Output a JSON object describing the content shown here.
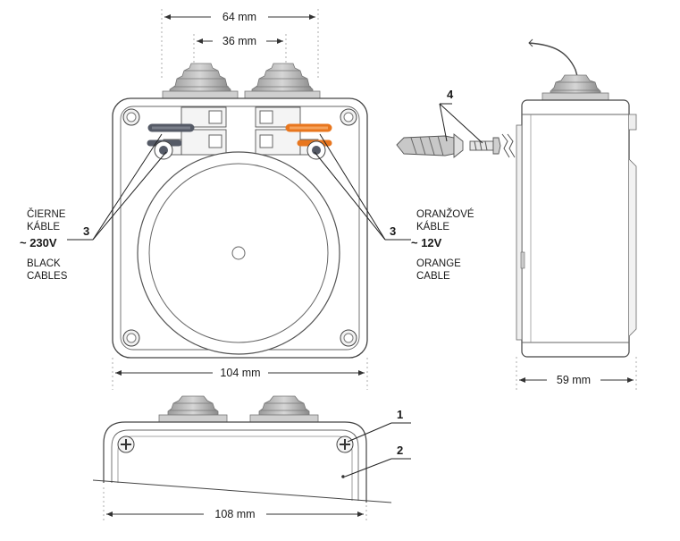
{
  "dimensions": {
    "top_outer": "64 mm",
    "top_inner": "36 mm",
    "front_width": "104 mm",
    "side_depth": "59 mm",
    "bottom_width": "108 mm"
  },
  "left_labels": {
    "line1": "ČIERNE",
    "line2": "KÁBLE",
    "voltage": "~ 230V",
    "line3": "BLACK",
    "line4": "CABLES"
  },
  "right_labels": {
    "line1": "ORANŽOVÉ",
    "line2": "KÁBLE",
    "voltage": "~ 12V",
    "line3": "ORANGE",
    "line4": "CABLE"
  },
  "callouts": {
    "c1": "1",
    "c2": "2",
    "c3_left": "3",
    "c3_right": "3",
    "c4": "4"
  },
  "colors": {
    "black_cable": "#555a66",
    "orange_cable": "#e8761e",
    "outline": "#555555"
  }
}
